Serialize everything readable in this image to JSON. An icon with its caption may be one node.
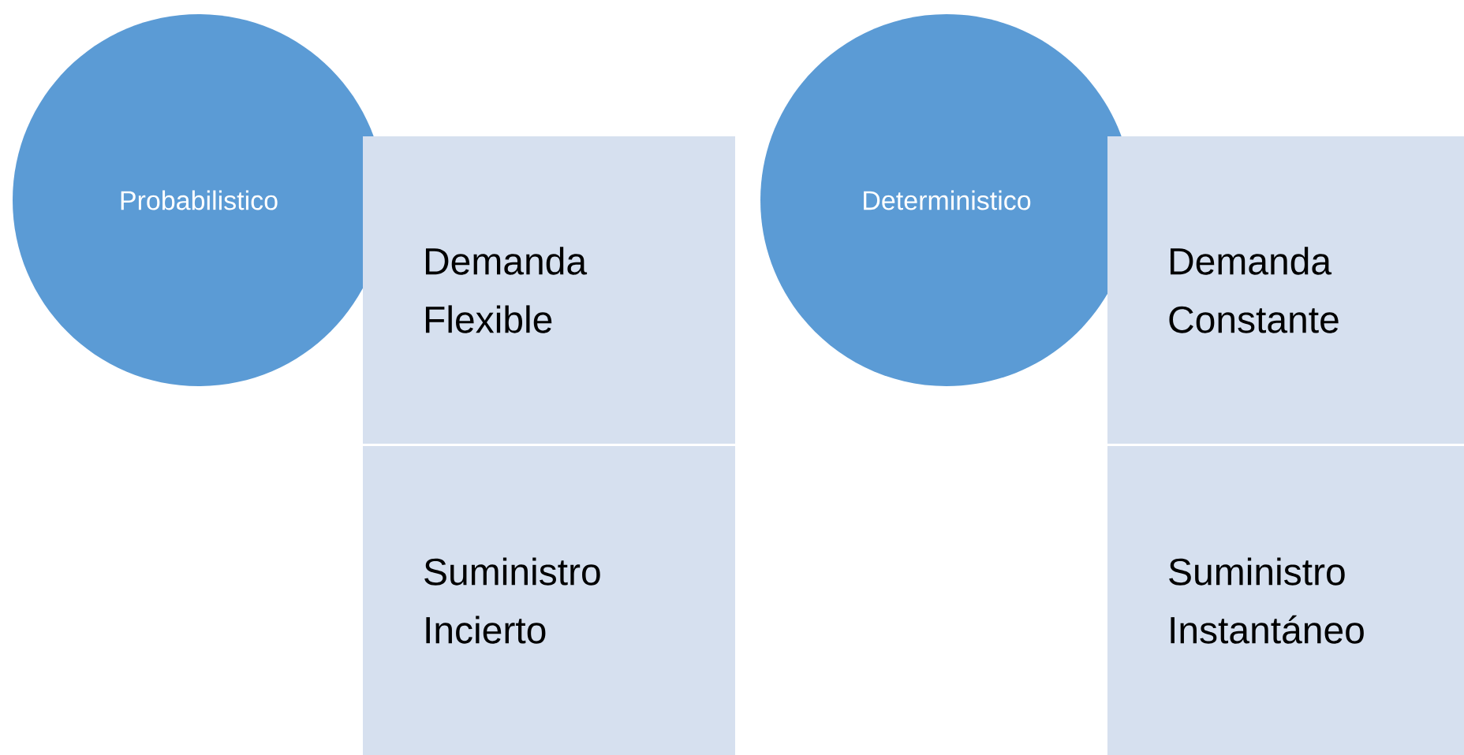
{
  "diagram": {
    "nodes": [
      {
        "text": [
          "Probabilistico"
        ]
      },
      {
        "text": [
          "Demanda Flexible"
        ]
      },
      {
        "text": [
          "Suministro Incierto"
        ]
      },
      {
        "text": [
          "Deterministico"
        ]
      },
      {
        "text": [
          "Demanda Constante"
        ]
      },
      {
        "text": [
          "Suministro Instantáneo"
        ]
      }
    ]
  }
}
